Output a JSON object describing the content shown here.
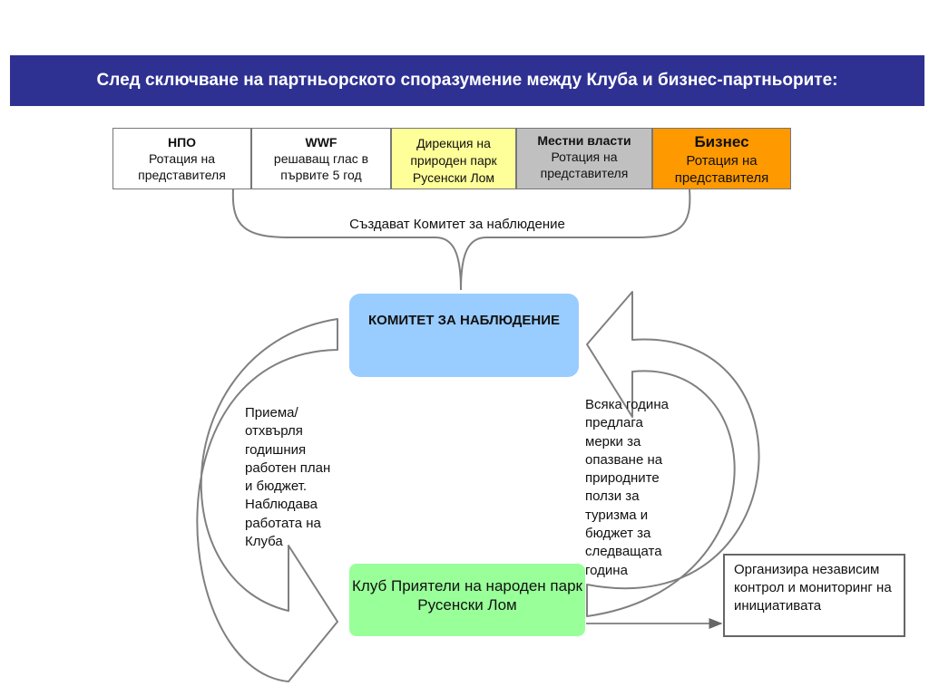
{
  "header": {
    "title": "След сключване на партньорското споразумение между Клуба и бизнес-партньорите:"
  },
  "stakeholders": [
    {
      "name": "НПО",
      "desc": "Ротация на представителя",
      "color": "#ffffff"
    },
    {
      "name": "WWF",
      "desc": "решаващ глас в първите 5 год",
      "color": "#ffffff"
    },
    {
      "name": "",
      "desc": "Дирекция на природен парк Русенски Лом",
      "color": "#ffff99"
    },
    {
      "name": "Местни власти",
      "desc": "Ротация на представителя",
      "color": "#c0c0c0"
    },
    {
      "name": "Бизнес",
      "desc": "Ротация на представителя",
      "color": "#ff9900"
    }
  ],
  "brace_label": "Създават Комитет за наблюдение",
  "committee": {
    "label": "КОМИТЕТ ЗА НАБЛЮДЕНИЕ",
    "color": "#99ccff"
  },
  "club": {
    "label": "Клуб Приятели на народен парк Русенски Лом",
    "color": "#99ff99"
  },
  "left_text": "Приема/\nотхвърля\nгодишния\nработен план\nи бюджет.\nНаблюдава\nработата на\nКлуба",
  "right_text": "Всяка година\nпредлага\nмерки за\nопазване на\nприродните\nползи за\nтуризма и\nбюджет за\nследващата\nгодина",
  "monitor_box": "Организира независим контрол и мониторинг на инициативата",
  "colors": {
    "header_bg": "#2e3192",
    "arrow_stroke": "#808080"
  }
}
